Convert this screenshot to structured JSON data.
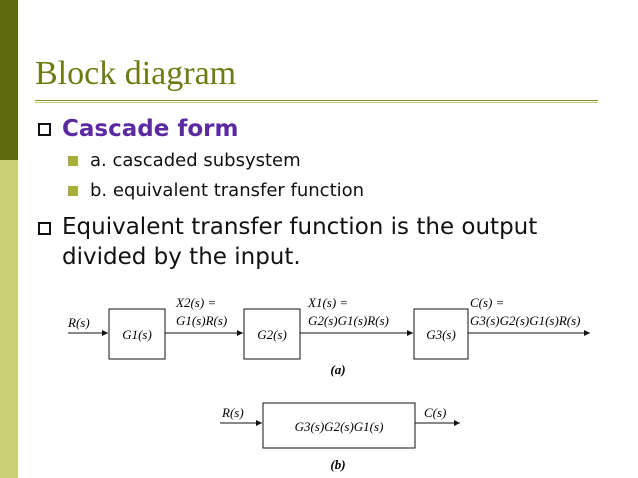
{
  "slide": {
    "title": "Block diagram",
    "bullets": [
      {
        "text": "Cascade form"
      },
      {
        "text": "a. cascaded subsystem"
      },
      {
        "text": "b. equivalent transfer function"
      },
      {
        "text": "Equivalent transfer function is the output"
      },
      {
        "text": "divided by the input."
      }
    ]
  },
  "diagram": {
    "part_a": {
      "input": "R(s)",
      "blocks": [
        "G1(s)",
        "G2(s)",
        "G3(s)"
      ],
      "signals": [
        {
          "line1": "X2(s) =",
          "line2": "G1(s)R(s)"
        },
        {
          "line1": "X1(s) =",
          "line2": "G2(s)G1(s)R(s)"
        },
        {
          "line1": "C(s) =",
          "line2": "G3(s)G2(s)G1(s)R(s)"
        }
      ],
      "label": "(a)"
    },
    "part_b": {
      "input": "R(s)",
      "block": "G3(s)G2(s)G1(s)",
      "output": "C(s)",
      "label": "(b)"
    }
  }
}
